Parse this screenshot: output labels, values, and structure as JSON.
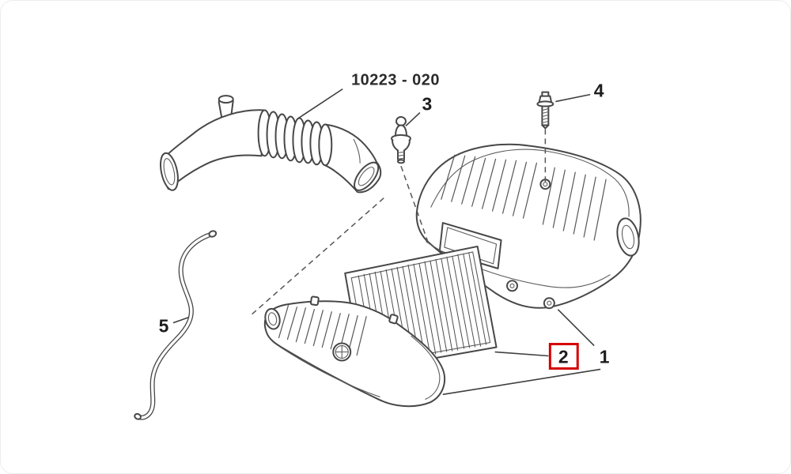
{
  "diagram": {
    "part_code": "10223 - 020",
    "callouts": {
      "c1": "1",
      "c2": "2",
      "c3": "3",
      "c4": "4",
      "c5": "5"
    },
    "highlighted_callout": "2",
    "colors": {
      "line": "#474747",
      "text": "#1d1d1d",
      "highlight": "#d40000",
      "background": "#ffffff"
    }
  }
}
